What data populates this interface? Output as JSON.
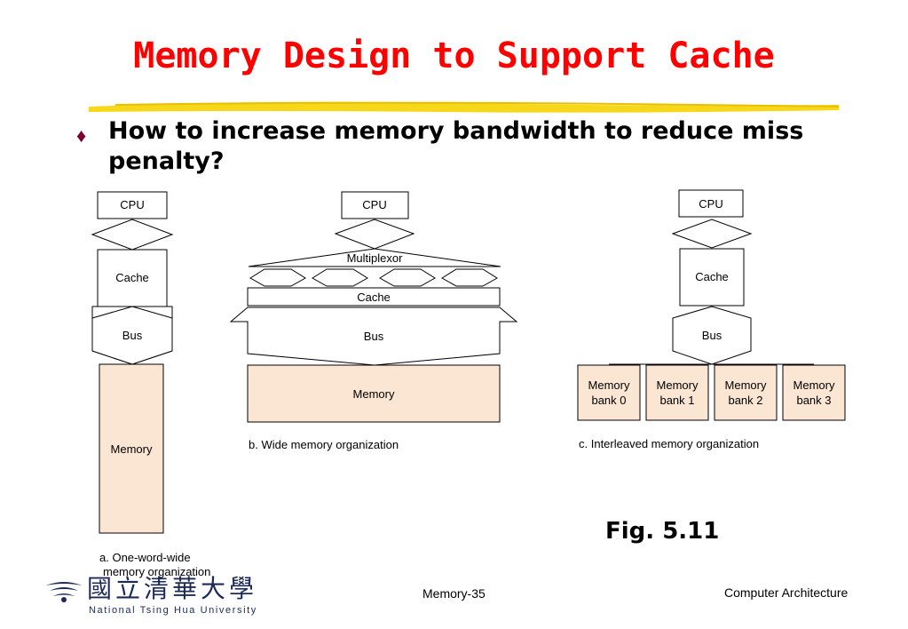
{
  "slide": {
    "title": "Memory Design to Support Cache",
    "bullet": "How to increase memory bandwidth to reduce miss penalty?",
    "figure_label": "Fig. 5.11",
    "footer_center": "Memory-35",
    "footer_right": "Computer Architecture",
    "university_cn": "國立清華大學",
    "university_en": "National Tsing Hua University"
  },
  "diagram_a": {
    "cpu": "CPU",
    "cache": "Cache",
    "bus": "Bus",
    "memory": "Memory",
    "caption_line1": "a. One-word-wide",
    "caption_line2": "memory organization"
  },
  "diagram_b": {
    "cpu": "CPU",
    "multiplexor": "Multiplexor",
    "cache": "Cache",
    "bus": "Bus",
    "memory": "Memory",
    "caption": "b. Wide memory organization"
  },
  "diagram_c": {
    "cpu": "CPU",
    "cache": "Cache",
    "bus": "Bus",
    "banks": [
      {
        "line1": "Memory",
        "line2": "bank 0"
      },
      {
        "line1": "Memory",
        "line2": "bank 1"
      },
      {
        "line1": "Memory",
        "line2": "bank 2"
      },
      {
        "line1": "Memory",
        "line2": "bank 3"
      }
    ],
    "caption": "c. Interleaved memory organization"
  },
  "colors": {
    "title": "#ff0000",
    "highlight": "#f5d300",
    "memory_fill": "#fbe5d3",
    "bullet": "#7a0030"
  }
}
